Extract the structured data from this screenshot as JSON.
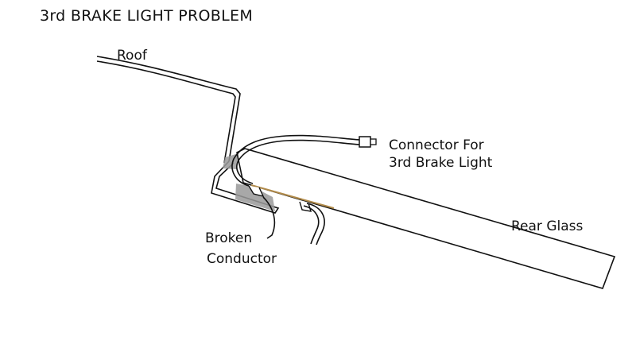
{
  "title": "3rd BRAKE LIGHT PROBLEM",
  "labels": {
    "roof": "Roof",
    "connector_line1": "Connector For",
    "connector_line2": "3rd Brake Light",
    "rear_glass": "Rear Glass",
    "broken_line1": "Broken",
    "broken_line2": "Conductor"
  },
  "colors": {
    "line": "#111111",
    "seal_shading": "#9a9a9a",
    "conductor": "#b08a4a"
  }
}
